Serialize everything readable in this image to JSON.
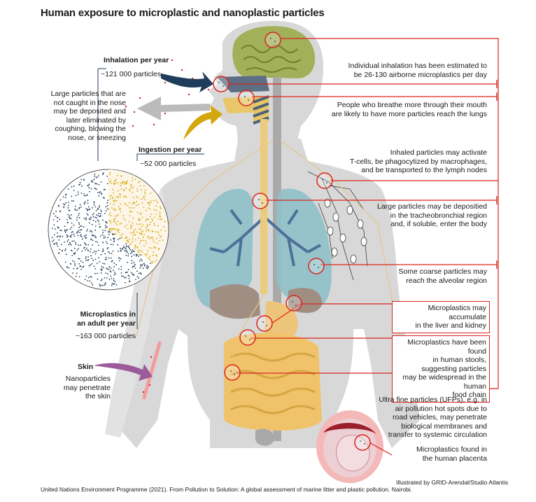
{
  "title": "Human exposure to microplastic and nanoplastic particles",
  "colors": {
    "red": "#d9251d",
    "navy": "#1f3d5a",
    "gold": "#d4a70e",
    "lung": "#8fc1c9",
    "digestive": "#f0c36b",
    "body": "#d6d6d6",
    "skin_arrow": "#9b5b9b"
  },
  "icons": {
    "inhalation_arrow": "dark-navy-curved-arrow",
    "ingestion_arrow": "gold-curved-arrow",
    "exhale_arrow": "grey-arrow",
    "skin_arrow": "purple-curved-arrow"
  },
  "inhalation": {
    "heading": "Inhalation per year",
    "value": "~121 000 particles"
  },
  "ingestion": {
    "heading": "Ingestion per year",
    "value": "~52 000 particles"
  },
  "nose_note": [
    "Large particles that are",
    "not caught in the nose",
    "may be deposited and",
    "later eliminated by",
    "coughing, blowing the",
    "nose, or sneezing"
  ],
  "microplastics_adult": {
    "heading_lines": [
      "Microplastics in",
      "an adult per year"
    ],
    "value": "~163 000 particles"
  },
  "skin": {
    "heading": "Skin",
    "text_lines": [
      "Nanoparticles",
      "may penetrate",
      "the skin"
    ]
  },
  "annotations": [
    {
      "lines": [
        "Individual inhalation has been estimated to",
        "be 26-130 airborne microplastics per day"
      ]
    },
    {
      "lines": [
        "People who breathe more through their mouth",
        "are likely to have more particles reach the lungs"
      ]
    },
    {
      "lines": [
        "Inhaled particles may activate",
        "T-cells, be phagocytized by macrophages,",
        "and be transported to the lymph nodes"
      ]
    },
    {
      "lines": [
        "Large particles may be depositied",
        "in the tracheobronchial region",
        "and, if soluble, enter the body"
      ]
    },
    {
      "lines": [
        "Some coarse particles may",
        "reach the alveolar region"
      ]
    },
    {
      "lines": [
        "Microplastics may accumulate",
        "in the liver and kidney"
      ]
    },
    {
      "lines": [
        "Microplastics have been found",
        "in human stools, suggesting particles",
        "may be widespread in the human",
        "food chain"
      ]
    },
    {
      "lines": [
        "Ultra fine particles (UFPs), e.g. in",
        "air pollution hot spots due to",
        "road vehicles, may penetrate",
        "biological membranes and",
        "transfer to systemic circulation"
      ]
    },
    {
      "lines": [
        "Microplastics found in",
        "the human placenta"
      ]
    }
  ],
  "source": "United Nations Environment Programme (2021). From Pollution to Solution: A global assessment of marine litter and plastic pollution. Nairobi.",
  "credit": "Illustrated by GRID-Arendal/Studio Atlantis"
}
